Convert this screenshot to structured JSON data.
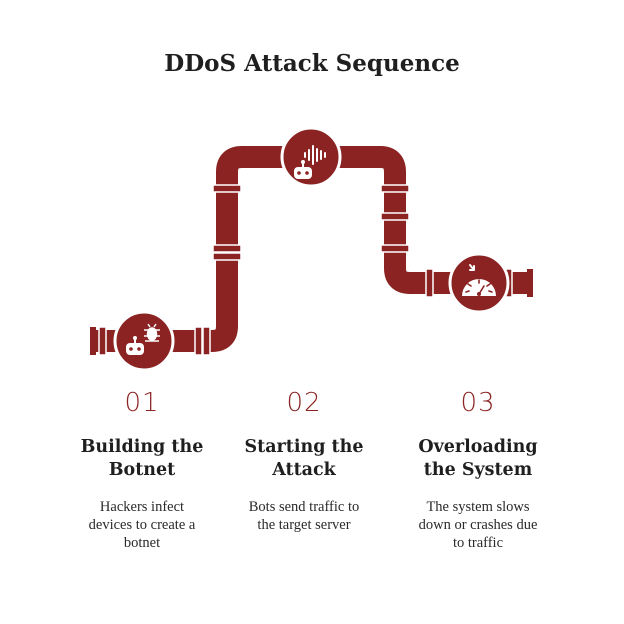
{
  "title": "DDoS Attack Sequence",
  "accent_color": "#8b2323",
  "steps": [
    {
      "number": "01",
      "heading_line1": "Building the",
      "heading_line2": "Botnet",
      "desc_line1": "Hackers infect",
      "desc_line2": "devices to create a",
      "desc_line3": "botnet",
      "icons": [
        "robot-icon",
        "bug-icon"
      ]
    },
    {
      "number": "02",
      "heading_line1": "Starting the",
      "heading_line2": "Attack",
      "desc_line1": "Bots send traffic to",
      "desc_line2": "the target server",
      "icons": [
        "robot-icon",
        "soundwave-icon"
      ]
    },
    {
      "number": "03",
      "heading_line1": "Overloading",
      "heading_line2": "the System",
      "desc_line1": "The system slows",
      "desc_line2": "down or crashes due",
      "desc_line3": "to traffic",
      "icons": [
        "speedometer-icon"
      ]
    }
  ]
}
